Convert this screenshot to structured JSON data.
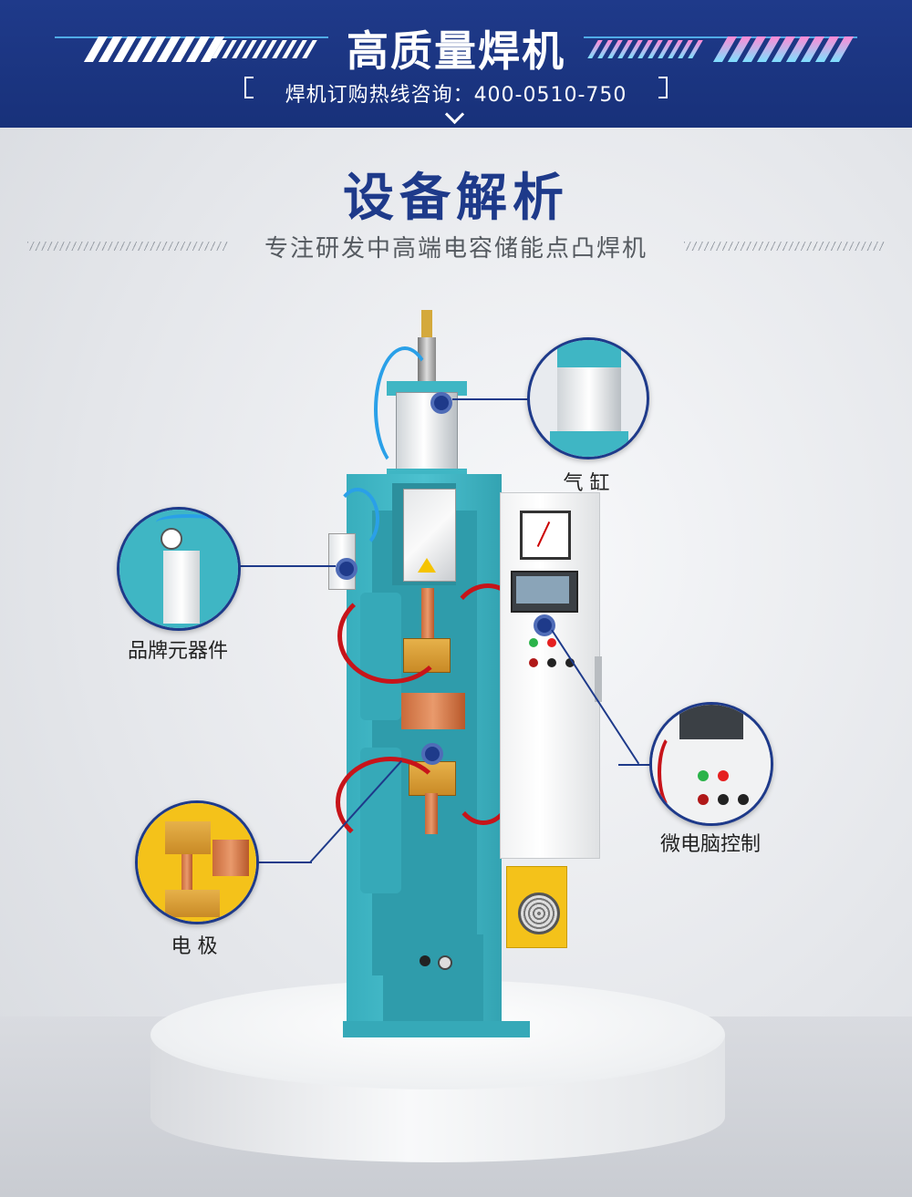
{
  "banner": {
    "title": "高质量焊机",
    "hotline": "焊机订购热线咨询：400-0510-750"
  },
  "section": {
    "title": "设备解析",
    "subtitle": "专注研发中高端电容储能点凸焊机"
  },
  "callouts": {
    "cylinder": "气  缸",
    "components": "品牌元器件",
    "control": "微电脑控制",
    "electrode": "电  极"
  },
  "colors": {
    "banner_bg": "#1f3a8a",
    "title_blue": "#1e3a8a",
    "machine_teal": "#3fb6c4",
    "cable_red": "#c7141a",
    "cooler_yellow": "#f4c21a"
  }
}
